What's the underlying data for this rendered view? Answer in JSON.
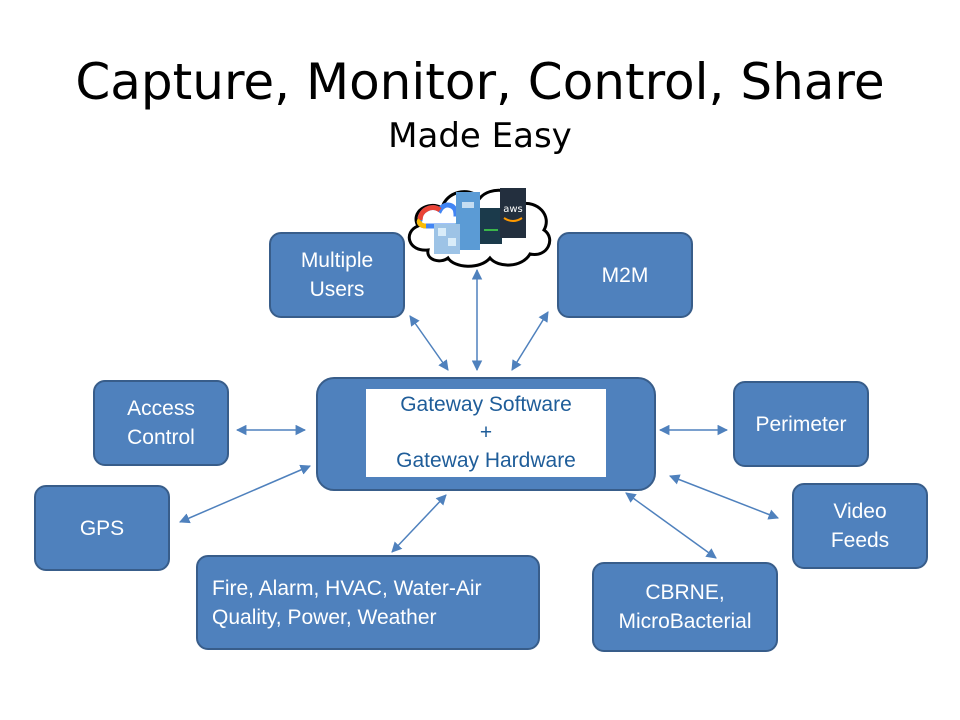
{
  "title": "Capture, Monitor, Control, Share",
  "subtitle": "Made Easy",
  "center": {
    "line1": "Gateway Software",
    "line2": "+",
    "line3": "Gateway Hardware"
  },
  "nodes": {
    "multiple_users": "Multiple\nUsers",
    "m2m": "M2M",
    "access_control": "Access\nControl",
    "perimeter": "Perimeter",
    "gps": "GPS",
    "video_feeds": "Video\nFeeds",
    "fire_alarm": "Fire, Alarm, HVAC, Water-Air\nQuality, Power, Weather",
    "cbrne": "CBRNE,\nMicroBacterial"
  },
  "cloud": {
    "aws_label": "aws",
    "icons": [
      "google-cloud-icon",
      "azure-icon",
      "aws-icon"
    ]
  },
  "colors": {
    "box_fill": "#4f81bd",
    "box_border": "#385d8a",
    "center_text": "#1f5d99",
    "arrow": "#4f81bd"
  }
}
